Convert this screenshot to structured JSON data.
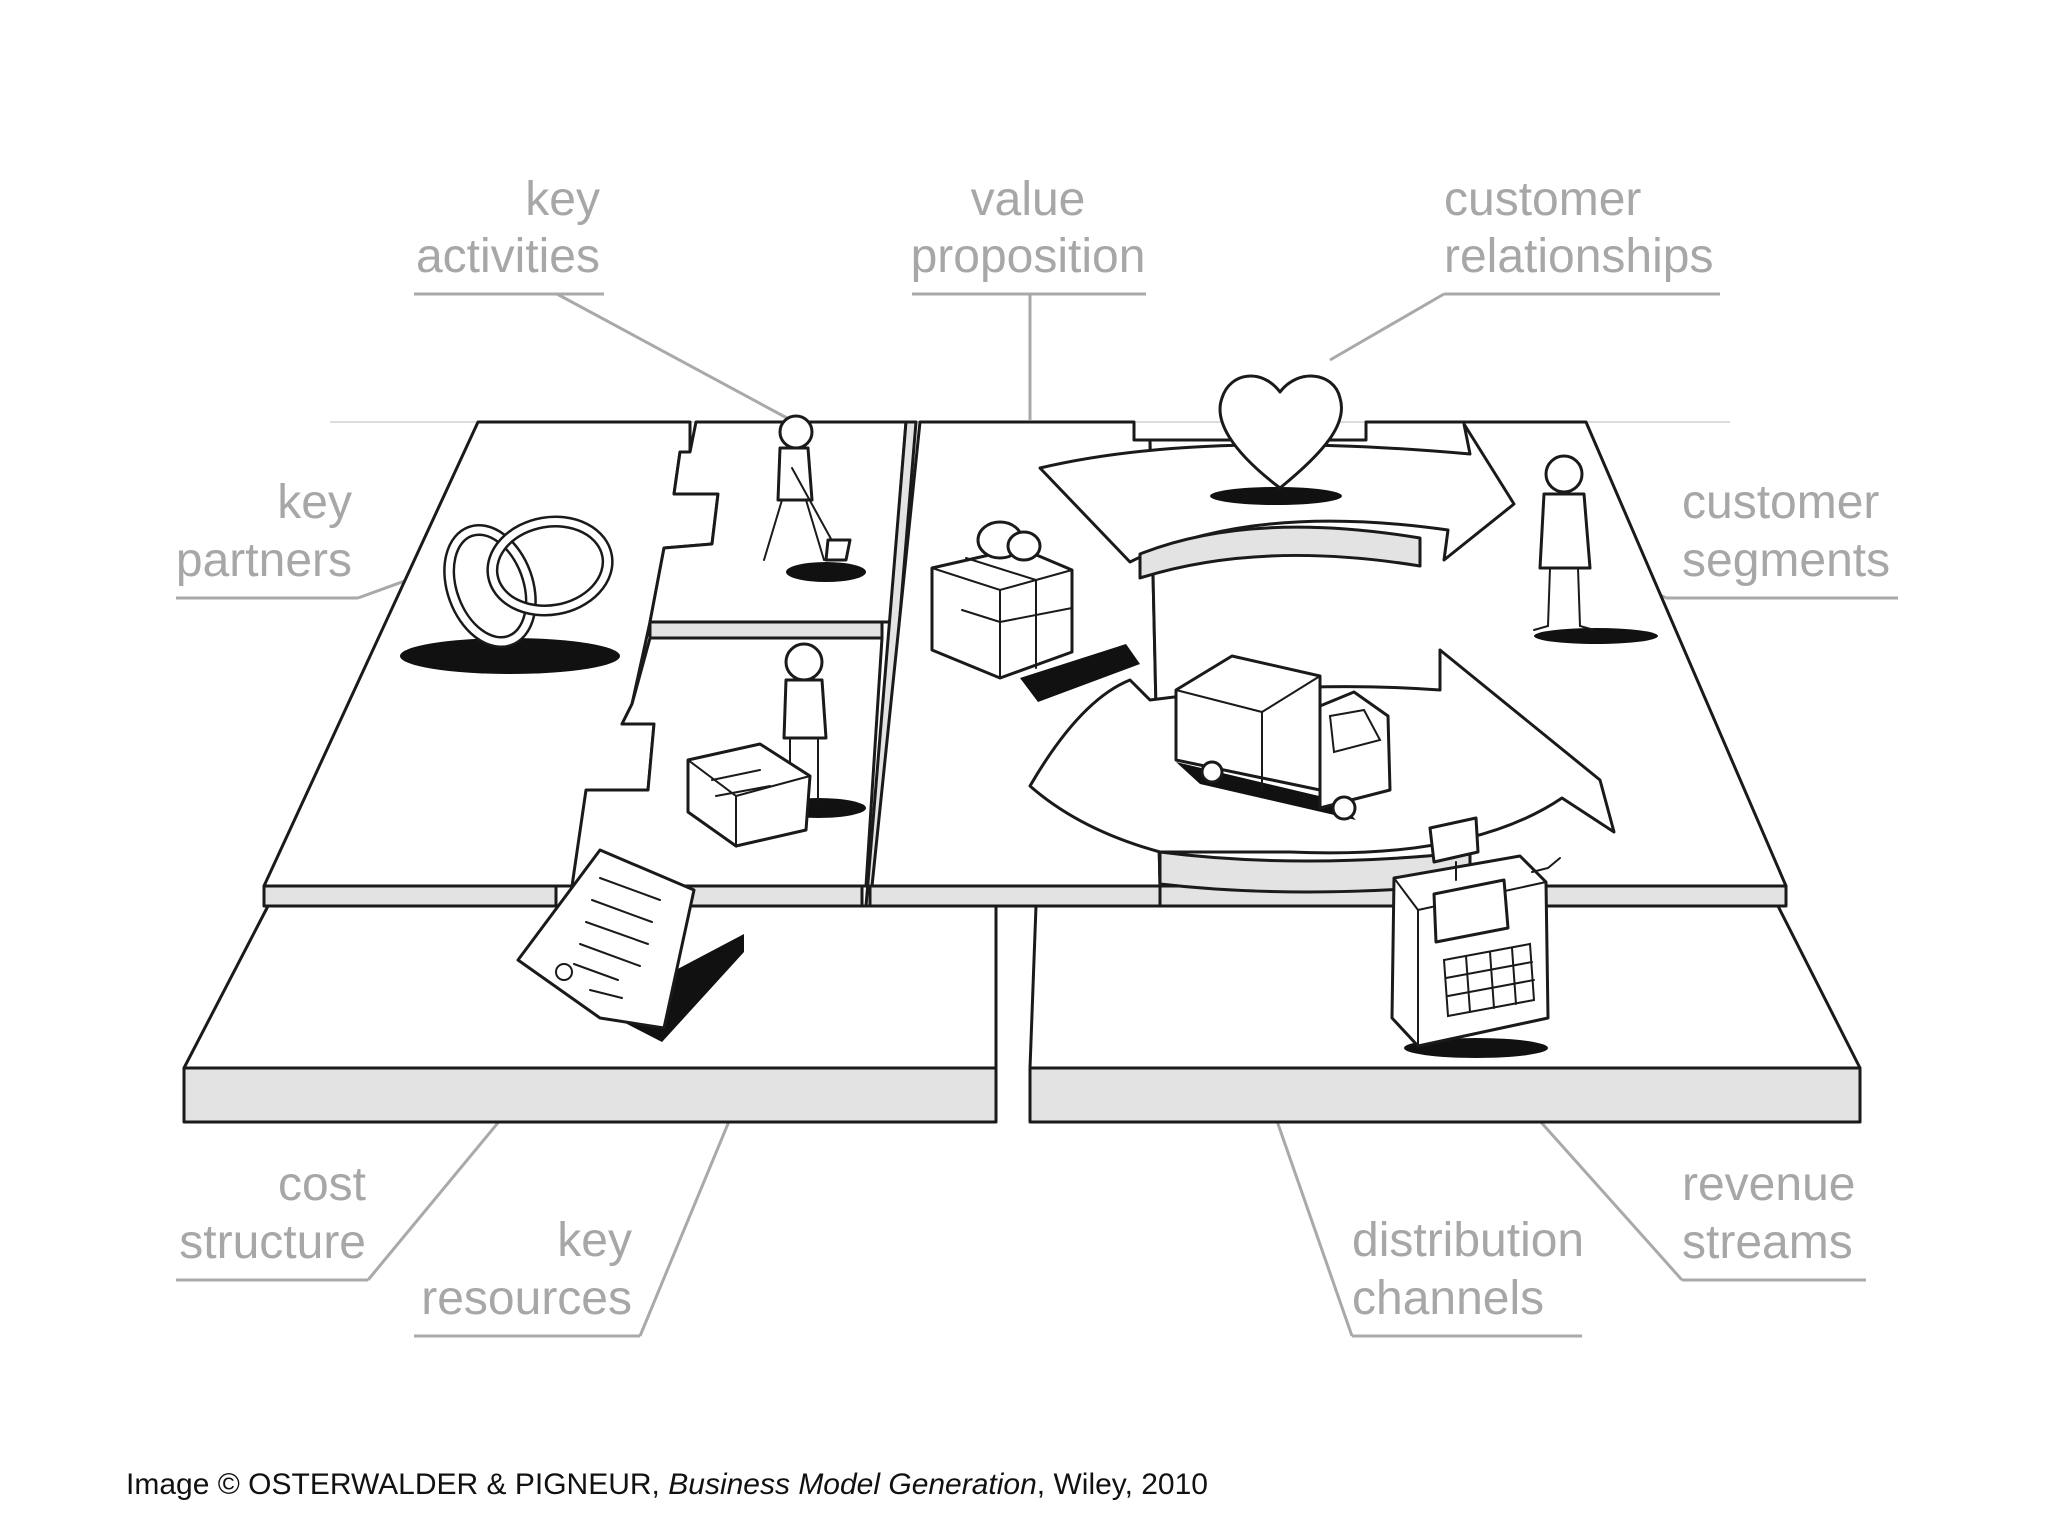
{
  "labels": {
    "key_activities": [
      "key",
      "activities"
    ],
    "value_proposition": [
      "value",
      "proposition"
    ],
    "customer_relationships": [
      "customer",
      "relationships"
    ],
    "key_partners": [
      "key",
      "partners"
    ],
    "customer_segments": [
      "customer",
      "segments"
    ],
    "cost_structure": [
      "cost",
      "structure"
    ],
    "key_resources": [
      "key",
      "resources"
    ],
    "distribution_channels": [
      "distribution",
      "channels"
    ],
    "revenue_streams": [
      "revenue",
      "streams"
    ]
  },
  "credit": {
    "prefix": "Image © OSTERWALDER & PIGNEUR,",
    "book": "Business Model Generation",
    "suffix": ", Wiley, 2010"
  },
  "colors": {
    "label_gray": "#a7a7a7",
    "ink": "#1a1a1a",
    "block_side": "#e3e3e3"
  },
  "icons": [
    "rings-icon",
    "worker-digging-icon",
    "worker-with-machine-icon",
    "gift-box-icon",
    "heart-icon",
    "person-icon",
    "truck-icon",
    "cash-register-icon",
    "document-icon"
  ]
}
